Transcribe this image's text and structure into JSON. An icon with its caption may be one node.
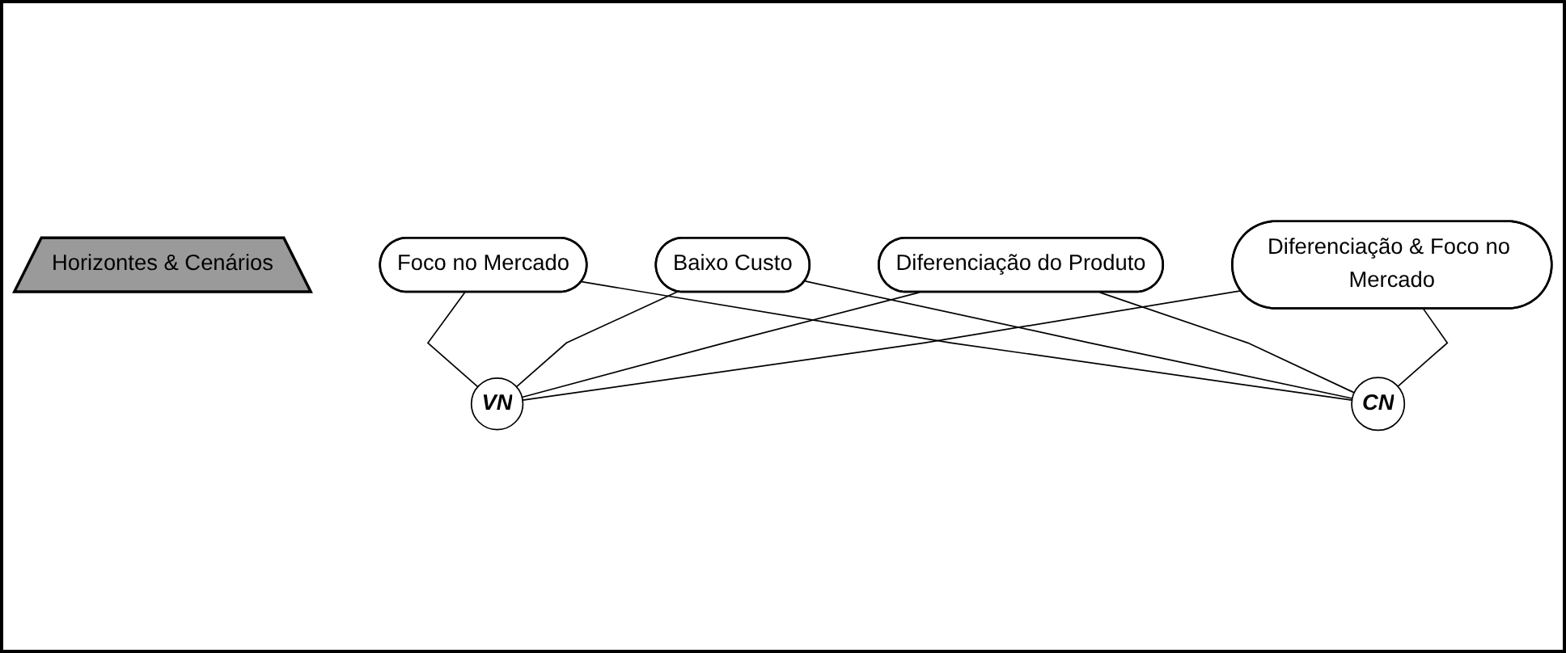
{
  "diagram": {
    "nodes": [
      {
        "text": [
          "Horizontes & Cenários"
        ]
      },
      {
        "text": [
          "Foco no Mercado"
        ]
      },
      {
        "text": [
          "Baixo Custo"
        ]
      },
      {
        "text": [
          "Diferenciação do Produto"
        ]
      },
      {
        "text": [
          "Diferenciação & Foco no Mercado"
        ]
      },
      {
        "text": [
          "VN"
        ]
      },
      {
        "text": [
          "CN"
        ]
      }
    ],
    "edges": [
      {
        "from": 1,
        "to": 5,
        "arrow": "none"
      },
      {
        "from": 1,
        "to": 6,
        "arrow": "none"
      },
      {
        "from": 2,
        "to": 5,
        "arrow": "none"
      },
      {
        "from": 2,
        "to": 6,
        "arrow": "none"
      },
      {
        "from": 3,
        "to": 5,
        "arrow": "none"
      },
      {
        "from": 3,
        "to": 6,
        "arrow": "none"
      },
      {
        "from": 4,
        "to": 5,
        "arrow": "none"
      },
      {
        "from": 4,
        "to": 6,
        "arrow": "none"
      }
    ]
  }
}
